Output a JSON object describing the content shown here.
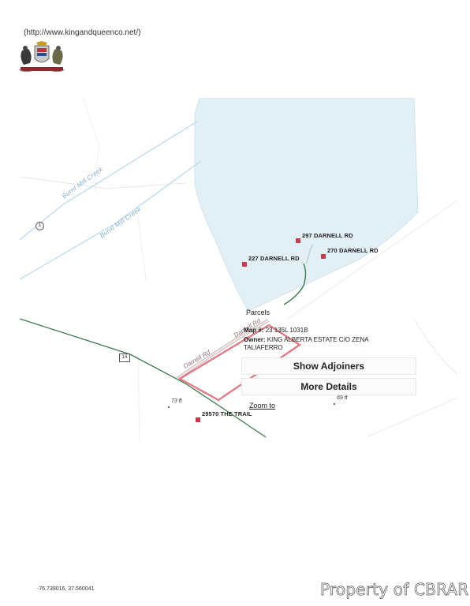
{
  "header": {
    "url_text": "(http://www.kingandqueenco.net/)",
    "crest_name": "county-seal"
  },
  "map": {
    "creek_label_1": "Burnt Mill Creek",
    "creek_label_2": "Burnt Mill Creek",
    "road_label_1": "Darnell Rd",
    "road_label_2": "Darnell Rd",
    "route_shield": "14",
    "circle_marker": "1",
    "addresses": {
      "a297": "297 DARNELL RD",
      "a227": "227 DARNELL RD",
      "a270": "270 DARNELL RD",
      "a29570": "29570 THE TRAIL"
    },
    "elevations": {
      "e73": "73 ft",
      "e69": "69 ft"
    },
    "colors": {
      "water": "#e2f0f6",
      "parcel_outline": "#d33b4d",
      "highway": "#3a7a4a",
      "address_marker": "#c83b4f"
    }
  },
  "popup": {
    "title": "Parcels",
    "map_label": "Map #:",
    "map_value": "23 135L 1031B",
    "owner_label": "Owner:",
    "owner_value": "KING ALBERTA ESTATE C/O ZENA TALIAFERRO",
    "show_adjoiners": "Show Adjoiners",
    "more_details": "More Details",
    "zoom_to": "Zoom to"
  },
  "footer": {
    "coordinates": "-76.739016, 37.560041",
    "watermark": "Property of CBRAR"
  }
}
